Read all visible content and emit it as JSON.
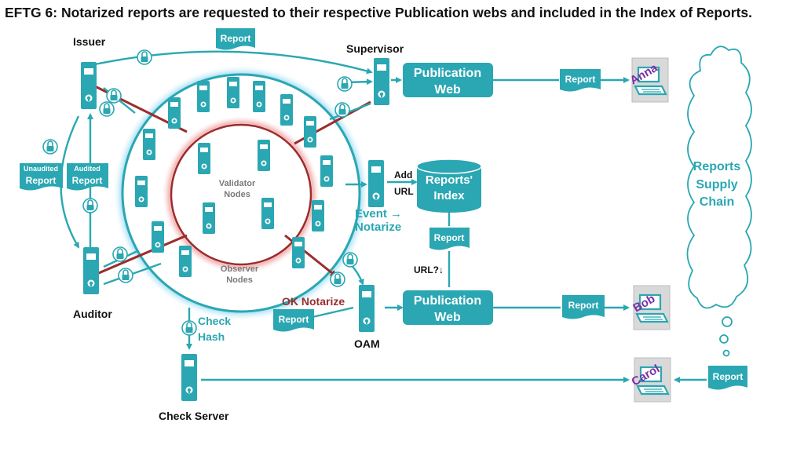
{
  "title": "EFTG 6: Notarized reports are requested to their respective Publication webs and included in the Index of Reports.",
  "actors": {
    "issuer": "Issuer",
    "supervisor": "Supervisor",
    "auditor": "Auditor",
    "oam": "OAM",
    "check_server": "Check Server"
  },
  "docs": {
    "report": "Report",
    "unaudited_top": "Unaudited",
    "audited_top": "Audited"
  },
  "boxes": {
    "pub_web_line1": "Publication",
    "pub_web_line2": "Web"
  },
  "index": {
    "line1": "Reports'",
    "line2": "Index"
  },
  "rings": {
    "validator_line1": "Validator",
    "validator_line2": "Nodes",
    "observer_line1": "Observer",
    "observer_line2": "Nodes"
  },
  "labels": {
    "add": "Add",
    "url": "URL",
    "event_line1": "Event →",
    "event_line2": "Notarize",
    "url_query": "URL?↓",
    "ok_notarize": "OK Notarize",
    "check_line1": "Check",
    "check_line2": "Hash"
  },
  "users": {
    "anna": "Anna",
    "bob": "Bob",
    "carol": "Carol"
  },
  "cloud": {
    "line1": "Reports",
    "line2": "Supply",
    "line3": "Chain"
  },
  "colors": {
    "teal": "#2aa7b2",
    "teal_fill": "#2aa7b2",
    "dark_red": "#9b2d2d",
    "purple": "#7a2fa6"
  }
}
